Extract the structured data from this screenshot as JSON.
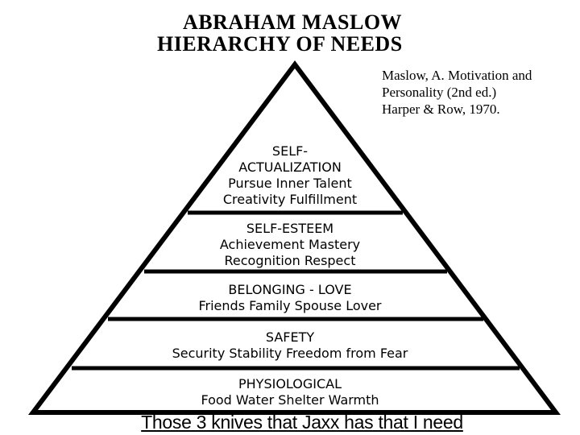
{
  "title": {
    "line1": "ABRAHAM MASLOW",
    "line2": "HIERARCHY OF NEEDS"
  },
  "citation": {
    "line1": "Maslow, A. Motivation and",
    "line2": "Personality (2nd ed.)",
    "line3": "Harper & Row, 1970."
  },
  "tiers": [
    {
      "level": 5,
      "heading": [
        "SELF-",
        "ACTUALIZATION"
      ],
      "items": [
        "Pursue Inner Talent",
        "Creativity  Fulfillment"
      ]
    },
    {
      "level": 4,
      "heading": [
        "SELF-ESTEEM"
      ],
      "items": [
        "Achievement Mastery",
        "Recognition  Respect"
      ]
    },
    {
      "level": 3,
      "heading": [
        "BELONGING - LOVE"
      ],
      "items": [
        "Friends  Family  Spouse  Lover"
      ]
    },
    {
      "level": 2,
      "heading": [
        "SAFETY"
      ],
      "items": [
        "Security  Stability  Freedom from Fear"
      ]
    },
    {
      "level": 1,
      "heading": [
        "PHYSIOLOGICAL"
      ],
      "items": [
        "Food  Water  Shelter  Warmth"
      ]
    }
  ],
  "caption": "Those 3 knives that Jaxx has that I need",
  "colors": {
    "line": "#000000",
    "background": "#ffffff",
    "text": "#000000"
  }
}
